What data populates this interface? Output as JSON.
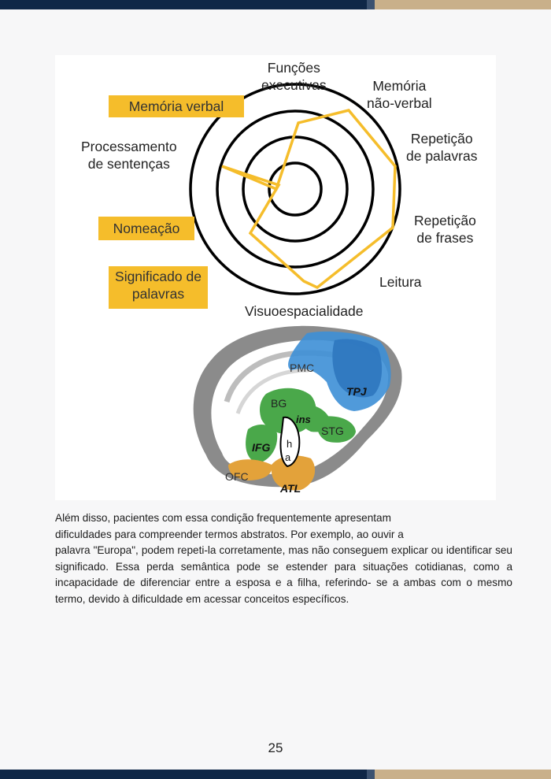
{
  "colors": {
    "accent_yellow": "#f5bd2b",
    "navy": "#0f2747",
    "gold": "#c9b08a",
    "blue_region": "#3d8fd6",
    "green_region": "#4aa84a",
    "orange_region": "#e3a23a"
  },
  "radar": {
    "labels": {
      "funcoes": [
        "Funções",
        "executivas"
      ],
      "memoria_nv": [
        "Memória",
        "não-verbal"
      ],
      "repet_palavras": [
        "Repetição",
        "de palavras"
      ],
      "repet_frases": [
        "Repetição",
        "de frases"
      ],
      "leitura": "Leitura",
      "visuo": "Visuoespacialidade",
      "signif": [
        "Significado de",
        "palavras"
      ],
      "nomeacao": "Nomeação",
      "processamento": [
        "Processamento",
        "de sentenças"
      ],
      "memoria_verbal": "Memória verbal"
    }
  },
  "brain": {
    "labels": {
      "pmc": "PMC",
      "tpj": "TPJ",
      "bg": "BG",
      "ins": "ins",
      "stg": "STG",
      "ifg": "IFG",
      "h": "h",
      "a": "a",
      "ofc": "OFC",
      "atl": "ATL"
    }
  },
  "paragraph": [
    "Além disso, pacientes com essa condição frequentemente apresentam",
    "dificuldades para compreender termos abstratos. Por exemplo, ao ouvir a",
    "palavra \"Europa\", podem repeti-la corretamente, mas não conseguem explicar ou identificar seu significado. Essa perda semântica pode se estender para situações cotidianas, como a incapacidade de diferenciar entre a esposa e a filha, referindo- se a ambas com o mesmo termo, devido à dificuldade em acessar conceitos específicos."
  ],
  "page_number": "25"
}
